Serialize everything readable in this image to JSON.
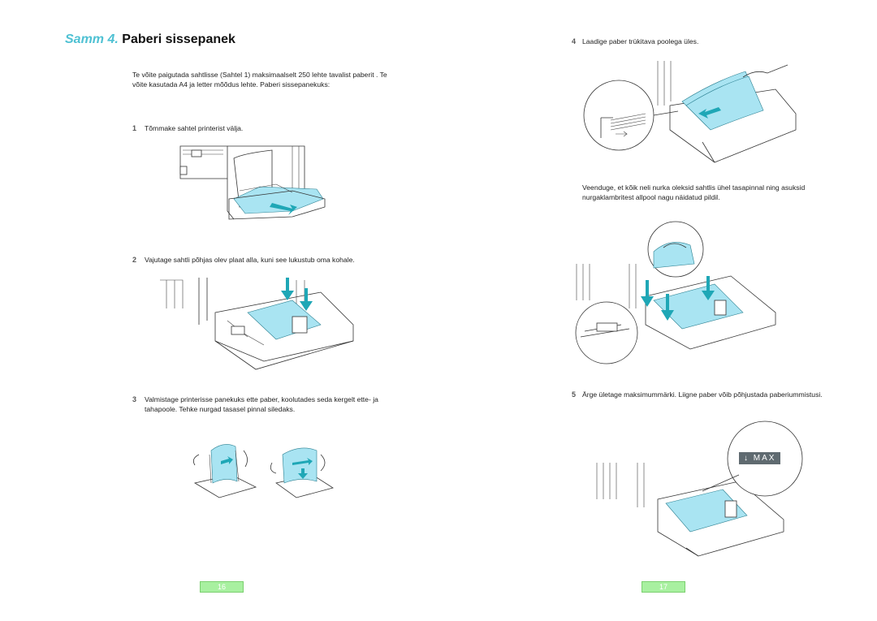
{
  "header": {
    "step_label": "Samm 4.",
    "title": "Paberi sissepanek"
  },
  "left": {
    "intro": "Te võite paigutada sahtlisse (Sahtel 1) maksimaalselt 250 lehte tavalist paberit . Te võite kasutada A4 ja letter mõõdus lehte. Paberi sissepanekuks:",
    "steps": [
      {
        "num": "1",
        "text": "Tõmmake sahtel printerist välja."
      },
      {
        "num": "2",
        "text": "Vajutage sahtli põhjas olev plaat alla, kuni see lukustub oma kohale."
      },
      {
        "num": "3",
        "text": "Valmistage printerisse panekuks ette paber, koolutades seda kergelt ette- ja tahapoole. Tehke nurgad tasasel pinnal siledaks."
      }
    ],
    "page_number": "16"
  },
  "right": {
    "steps": [
      {
        "num": "4",
        "text": "Laadige paber trükitava poolega üles."
      },
      {
        "num": "5",
        "text": "Ärge ületage maksimummärki. Liigne paber võib põhjustada paberiummistusi."
      }
    ],
    "note": "Veenduge, et kõik neli nurka oleksid sahtlis ühel tasapinnal ning asuksid nurgaklambritest allpool nagu näidatud pildil.",
    "max_label": "MAX",
    "page_number": "17"
  },
  "colors": {
    "accent": "#4fc1d3",
    "paper": "#a9e4f2",
    "arrow": "#1fa7b6",
    "page_badge": "#a8f0a0"
  }
}
